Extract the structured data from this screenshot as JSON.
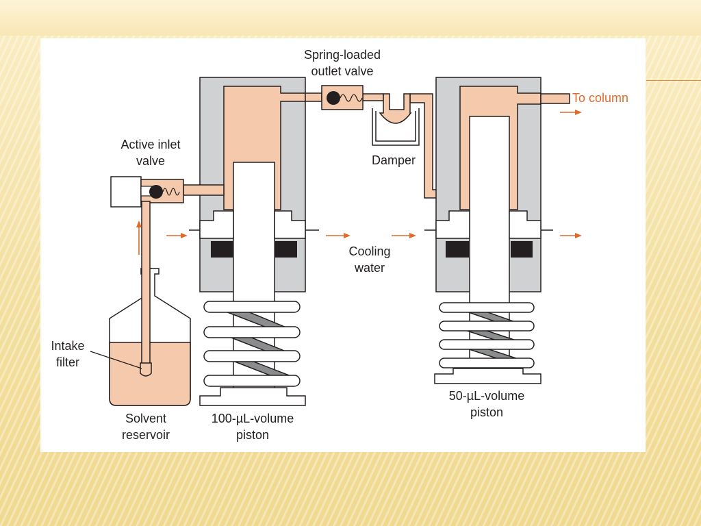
{
  "labels": {
    "spring_loaded_outlet_valve": [
      "Spring-loaded",
      "outlet valve"
    ],
    "to_column": "To column",
    "active_inlet_valve": [
      "Active inlet",
      "valve"
    ],
    "damper": "Damper",
    "cooling_water": [
      "Cooling",
      "water"
    ],
    "intake_filter": [
      "Intake",
      "filter"
    ],
    "solvent_reservoir": [
      "Solvent",
      "reservoir"
    ],
    "piston_100": [
      "100-µL-volume",
      "piston"
    ],
    "piston_50": [
      "50-µL-volume",
      "piston"
    ]
  },
  "colors": {
    "fluid": "#f5c9ab",
    "housing": "#cfd1d3",
    "outline": "#231f20",
    "arrow": "#e06a2a",
    "seal": "#231f20"
  }
}
